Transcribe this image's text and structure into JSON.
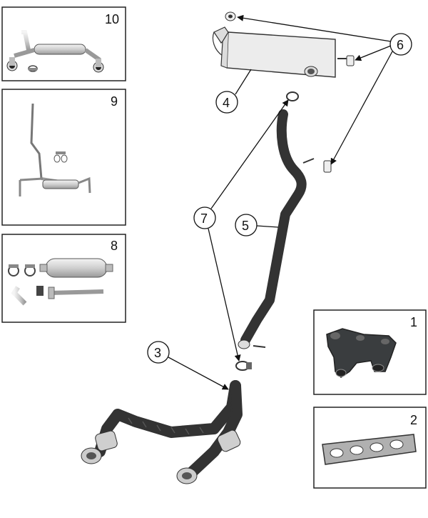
{
  "panels": {
    "p10": {
      "label": "10"
    },
    "p9": {
      "label": "9"
    },
    "p8": {
      "label": "8"
    },
    "p1": {
      "label": "1"
    },
    "p2": {
      "label": "2"
    }
  },
  "callouts": {
    "c3": "3",
    "c4": "4",
    "c5": "5",
    "c6": "6",
    "c7": "7"
  },
  "colors": {
    "line": "#333333",
    "part_fill": "#e6e6e6",
    "manifold": "#3a3d3f",
    "background": "#ffffff"
  }
}
